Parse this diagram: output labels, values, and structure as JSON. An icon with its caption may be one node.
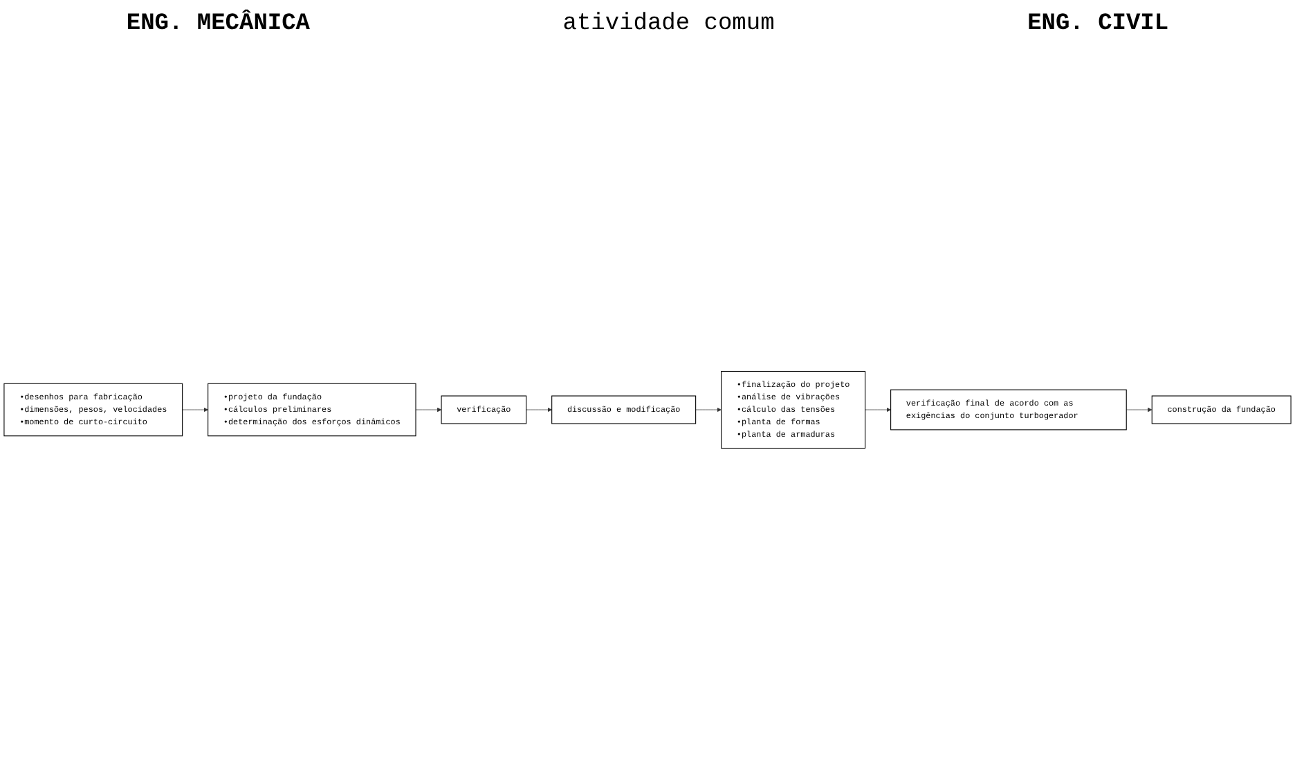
{
  "diagram": {
    "nodes": [
      {
        "text": [
          "•desenhos para fabricação",
          "•dimensões, pesos, velocidades",
          "•momento de curto-circuito"
        ]
      },
      {
        "text": [
          "•projeto da fundação",
          "•cálculos preliminares",
          "•determinação dos esforços dinâmicos"
        ]
      },
      {
        "text": [
          "verificação"
        ]
      },
      {
        "text": [
          "discussão e modificação"
        ]
      },
      {
        "text": [
          "•finalização do projeto",
          "•análise de vibrações",
          "•cálculo das tensões",
          "•planta de formas",
          "•planta de armaduras"
        ]
      },
      {
        "text": [
          "verificação final de acordo com as exigências do conjunto turbogerador"
        ]
      },
      {
        "text": [
          "construção da fundação"
        ]
      }
    ],
    "edges": [
      {
        "from": 0,
        "to": 1,
        "arrow": "to"
      },
      {
        "from": 1,
        "to": 2,
        "arrow": "to"
      },
      {
        "from": 2,
        "to": 3,
        "arrow": "to"
      },
      {
        "from": 3,
        "to": 4,
        "arrow": "to"
      },
      {
        "from": 4,
        "to": 5,
        "arrow": "to"
      },
      {
        "from": 5,
        "to": 6,
        "arrow": "to"
      }
    ],
    "labels": [
      "ENG. MECÂNICA",
      "atividade comum",
      "ENG. CIVIL"
    ]
  }
}
